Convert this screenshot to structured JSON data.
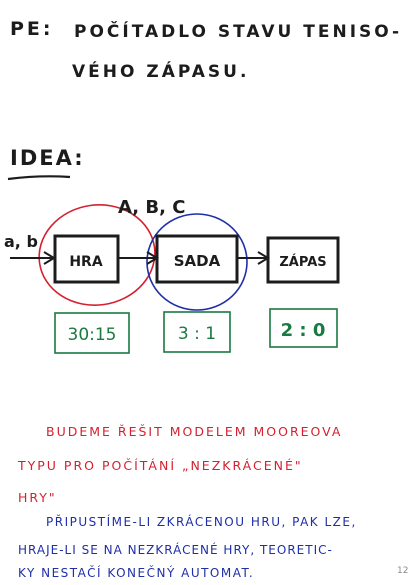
{
  "colors": {
    "ink": "#1c1c1c",
    "green": "#1b7a42",
    "red": "#d4212f",
    "blue": "#1f2fa8"
  },
  "title": {
    "prefix": "PE:",
    "line1": "POČÍTADLO STAVU TENISO-",
    "line2": "VÉHO ZÁPASU."
  },
  "idea": {
    "heading": "IDEA:"
  },
  "diagram": {
    "input_label": "a, b",
    "top_label": "A, B, C",
    "boxes": [
      {
        "label": "HRA",
        "score": "30:15"
      },
      {
        "label": "SADA",
        "score": "3 : 1"
      },
      {
        "label": "ZÁPAS",
        "score": "2 : 0"
      }
    ]
  },
  "notes": {
    "red_lines": [
      "BUDEME ŘEŠIT MODELEM MOOREOVA",
      "TYPU PRO POČÍTÁNÍ „NEZKRÁCENÉ\"",
      "HRY\""
    ],
    "blue_lines": [
      "PŘIPUSTÍME-LI ZKRÁCENOU HRU, PAK LZE,",
      "HRAJE-LI SE NA NEZKRÁCENÉ HRY, TEORETIC-",
      "KY NESTAČÍ KONEČNÝ AUTOMAT."
    ]
  },
  "page_number": "12"
}
